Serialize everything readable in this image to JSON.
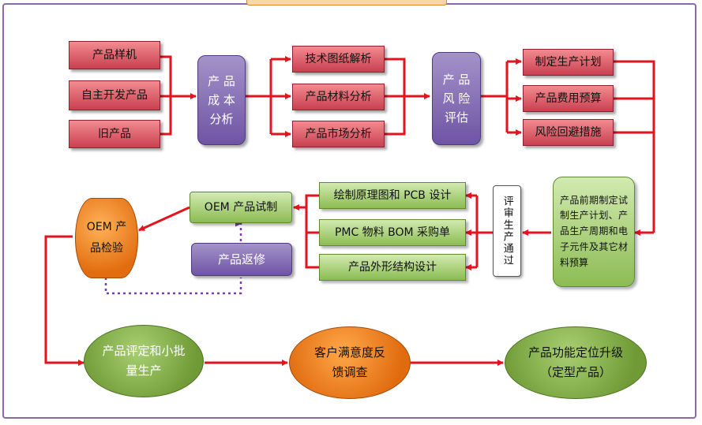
{
  "inputs": {
    "sample": "产品样机",
    "self_dev": "自主开发产品",
    "old": "旧产品"
  },
  "cost_analysis": "产 品 成 本 分析",
  "analysis": {
    "drawing": "技术图纸解析",
    "material": "产品材料分析",
    "market": "产品市场分析"
  },
  "risk_eval": "产 品 风 险 评估",
  "plans": {
    "production_plan": "制定生产计划",
    "cost_budget": "产品费用预算",
    "risk_avoid": "风险回避措施"
  },
  "pre_budget": "产品前期制定试制生产计划、产品生产周期和电子元件及其它材料预算",
  "review_pass": "评审生产通过",
  "design": {
    "schematic": "绘制原理图和 PCB 设计",
    "pmc_bom": "PMC 物料 BOM 采购单",
    "structure": "产品外形结构设计"
  },
  "oem_trial": "OEM 产品试制",
  "repair": "产品返修",
  "oem_inspect": "OEM 产品检验",
  "bottom": {
    "evaluate": "产品评定和小批量生产",
    "feedback": "客户满意度反馈调查",
    "upgrade": "产品功能定位升级（定型产品）"
  },
  "colors": {
    "arrow": "#e3141e",
    "dotted": "#7a3da8",
    "frame": "#8b6aa5"
  }
}
